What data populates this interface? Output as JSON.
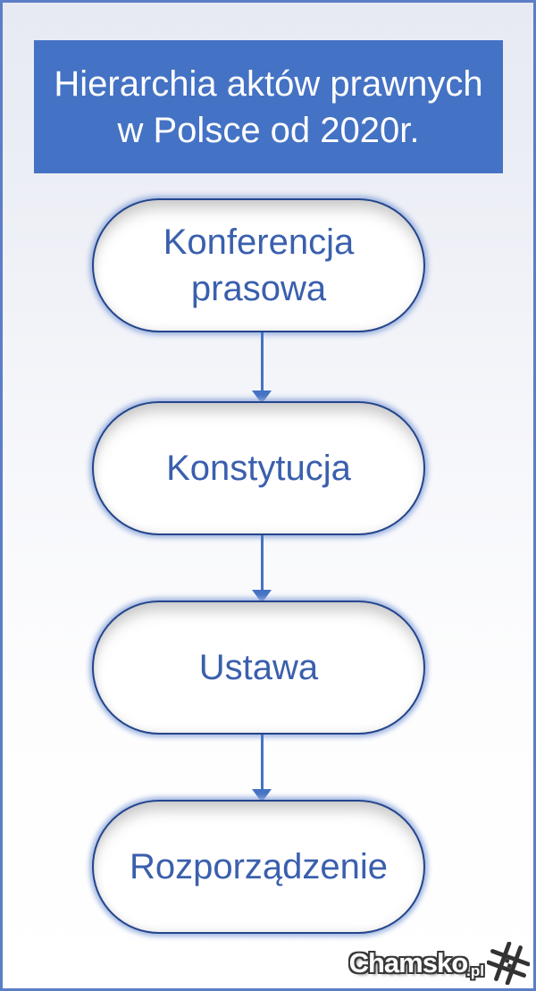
{
  "diagram": {
    "title": {
      "line1": "Hierarchia aktów prawnych",
      "line2": "w Polsce od 2020r."
    },
    "nodes": [
      {
        "id": "konferencja-prasowa",
        "label": "Konferencja prasowa"
      },
      {
        "id": "konstytucja",
        "label": "Konstytucja"
      },
      {
        "id": "ustawa",
        "label": "Ustawa"
      },
      {
        "id": "rozporzadzenie",
        "label": "Rozporządzenie"
      }
    ],
    "connectors": [
      {
        "from": "konferencja-prasowa",
        "to": "konstytucja",
        "type": "arrow-down"
      },
      {
        "from": "konstytucja",
        "to": "ustawa",
        "type": "arrow-down"
      },
      {
        "from": "ustawa",
        "to": "rozporzadzenie",
        "type": "arrow-down"
      }
    ],
    "colors": {
      "banner_bg": "#4472c4",
      "banner_text": "#ffffff",
      "node_text": "#3a5fad",
      "node_border": "#24458c",
      "node_glow": "#94acdd",
      "arrow": "#4472c4",
      "canvas_border": "#5b7ec5",
      "background_top": "#e7eaf3",
      "background_bottom": "#ffffff"
    }
  },
  "watermark": {
    "brand": "Chamsko",
    "tld": ".pl"
  }
}
